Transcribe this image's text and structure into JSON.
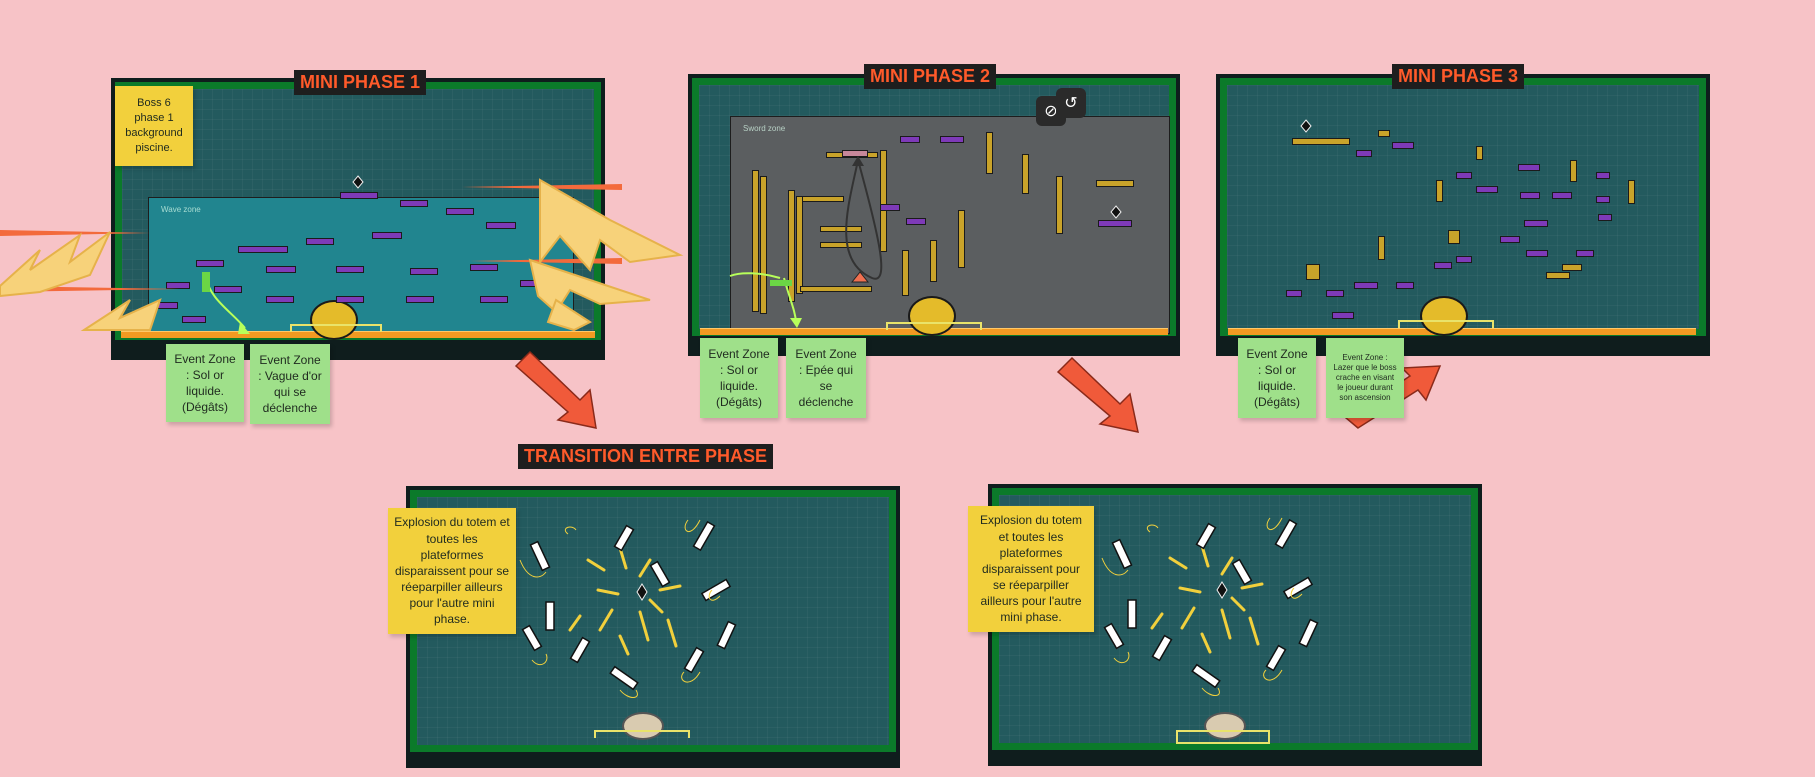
{
  "titles": {
    "phase1": "MINI PHASE 1",
    "phase2": "MINI PHASE 2",
    "phase3": "MINI PHASE 3",
    "transition": "TRANSITION ENTRE PHASE"
  },
  "phase1": {
    "note_boss": "Boss 6 phase 1 background piscine.",
    "zone_label": "Wave zone",
    "event1": "Event Zone : Sol or liquide. (Dégâts)",
    "event2": "Event Zone : Vague d'or qui se déclenche"
  },
  "phase2": {
    "zone_label": "Sword zone",
    "event1": "Event Zone : Sol or liquide. (Dégâts)",
    "event2": "Event Zone : Epée qui se déclenche"
  },
  "phase3": {
    "event1": "Event Zone : Sol or liquide. (Dégâts)",
    "event2": "Event Zone : Lazer que le boss crache en visant le joueur durant son ascension"
  },
  "transition": {
    "note_left": "Explosion du totem et toutes les plateformes disparaissent pour se réeparpiller ailleurs pour l'autre mini phase.",
    "note_right": "Explosion du totem et toutes les plateformes disparaissent pour se réeparpiller ailleurs pour l'autre mini phase."
  },
  "icons": {
    "block": "⊘",
    "undo": "↺"
  },
  "colors": {
    "background": "#f7c3c7",
    "title_text": "#ff5a2a",
    "note_green": "#9fe08a",
    "note_yellow": "#f2d03c",
    "board": "#235a5e",
    "border": "#0b7a2a"
  }
}
